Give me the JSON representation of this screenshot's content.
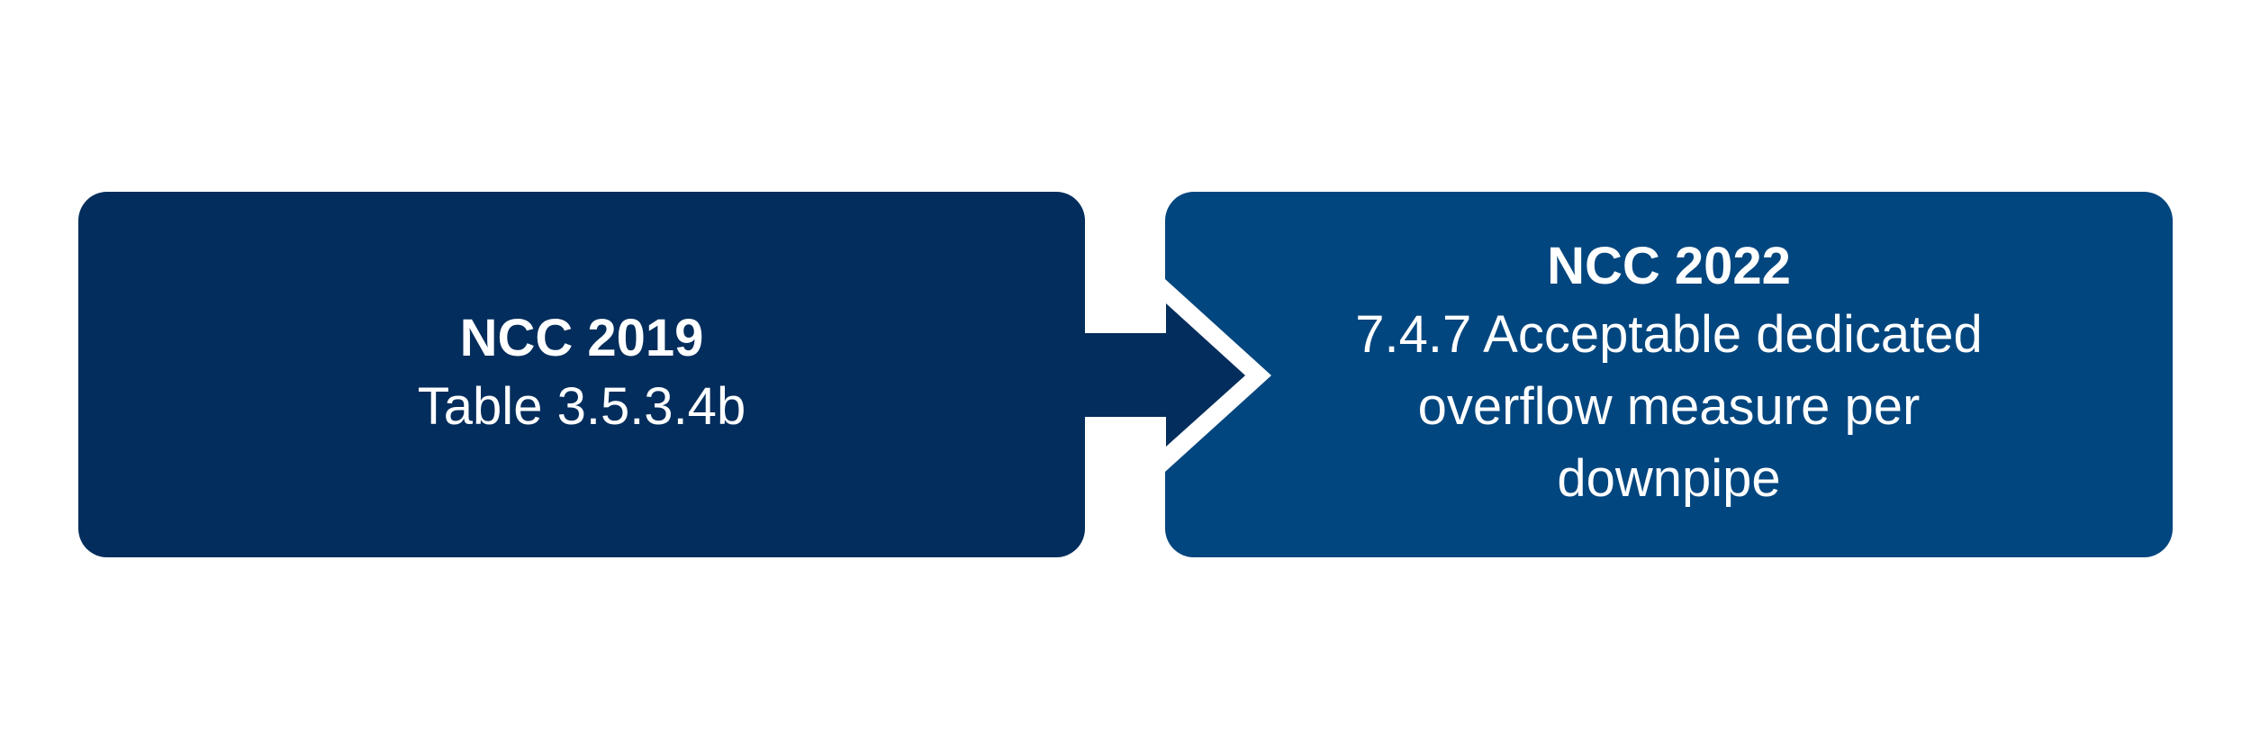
{
  "diagram": {
    "left_box": {
      "title": "NCC 2019",
      "subtitle": "Table 3.5.3.4b",
      "color": "#022d5c"
    },
    "right_box": {
      "title": "NCC 2022",
      "subtitle": "7.4.7 Acceptable dedicated\noverflow measure per\ndownpipe",
      "color": "#02467f"
    },
    "arrow": {
      "direction": "left-to-right",
      "color": "#022d5c"
    }
  }
}
